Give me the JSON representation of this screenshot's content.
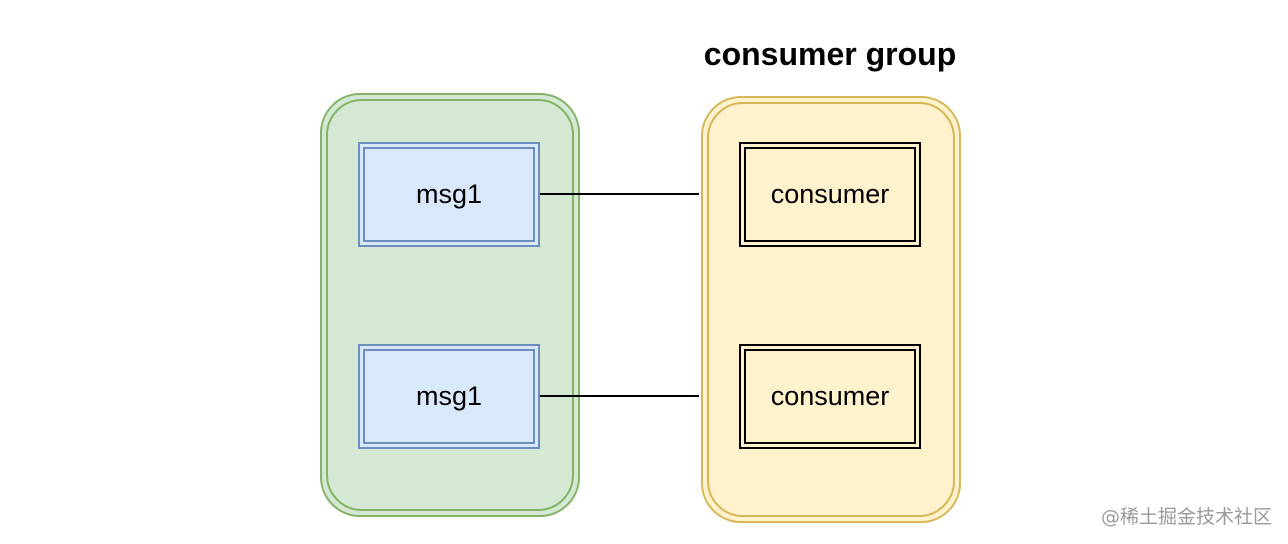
{
  "group_title": "consumer group",
  "messages": [
    {
      "label": "msg1"
    },
    {
      "label": "msg1"
    }
  ],
  "consumers": [
    {
      "label": "consumer"
    },
    {
      "label": "consumer"
    }
  ],
  "watermark": "@稀土掘金技术社区",
  "colors": {
    "queue_fill": "#d5e8d4",
    "queue_stroke": "#82b366",
    "group_fill": "#fff2cc",
    "group_stroke": "#d6b656",
    "msg_fill": "#dae8fc",
    "msg_stroke": "#6c8ebf",
    "consumer_stroke": "#000000"
  }
}
